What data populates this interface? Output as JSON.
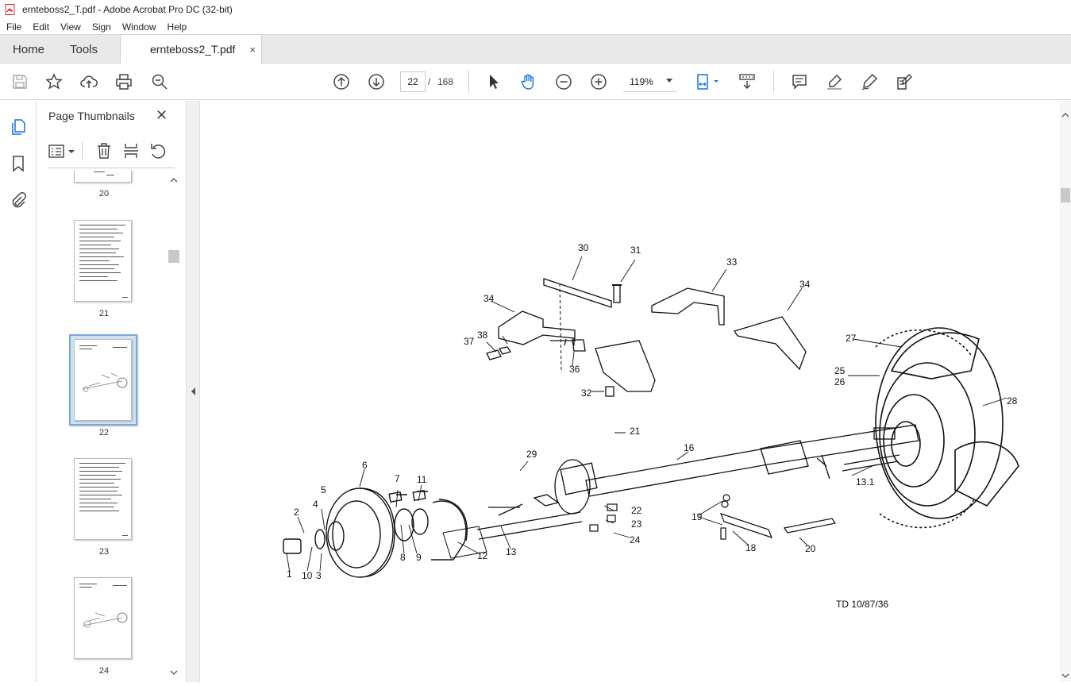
{
  "window": {
    "title": "ernteboss2_T.pdf - Adobe Acrobat Pro DC (32-bit)"
  },
  "menu": [
    "File",
    "Edit",
    "View",
    "Sign",
    "Window",
    "Help"
  ],
  "tabs": {
    "home": "Home",
    "tools": "Tools",
    "document": "ernteboss2_T.pdf",
    "close": "×"
  },
  "toolbar": {
    "page_current": "22",
    "page_separator": "/",
    "page_total": "168",
    "zoom": "119%"
  },
  "panel": {
    "title": "Page Thumbnails",
    "close": "✕",
    "thumbnails": [
      {
        "label": "20"
      },
      {
        "label": "21"
      },
      {
        "label": "22",
        "selected": true
      },
      {
        "label": "23"
      },
      {
        "label": "24"
      }
    ]
  },
  "drawing": {
    "callouts": [
      "1",
      "2",
      "3",
      "4",
      "5",
      "6",
      "7",
      "8",
      "9",
      "10",
      "11",
      "12",
      "13",
      "13.1",
      "16",
      "18",
      "19",
      "20",
      "21",
      "22",
      "23",
      "24",
      "25",
      "26",
      "27",
      "28",
      "29",
      "30",
      "31",
      "32",
      "33",
      "34",
      "34",
      "36",
      "37",
      "38"
    ],
    "code": "TD  10/87/36"
  },
  "colors": {
    "accent": "#1473e6",
    "selection": "#cfe3f7",
    "acrobat_red": "#d7282f"
  }
}
